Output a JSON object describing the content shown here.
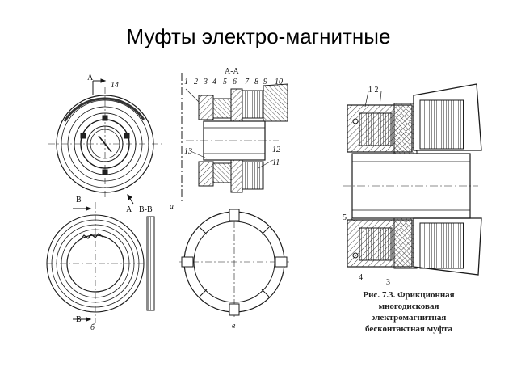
{
  "title": "Муфты электро-магнитные",
  "left_figure": {
    "section_label_aa": "А-А",
    "arrow_a_top": "А",
    "arrow_a_bottom": "А",
    "part_14": "14",
    "parts_top": [
      "1",
      "2",
      "3",
      "4",
      "5",
      "6",
      "7",
      "8",
      "9",
      "10"
    ],
    "part_11": "11",
    "part_12": "12",
    "part_13": "13",
    "sub_a": "а",
    "sub_b": "б",
    "sub_v": "в",
    "section_label_bb": "В-В",
    "arrow_b_top": "В",
    "arrow_b_bottom": "В"
  },
  "right_figure": {
    "label_1_2": "1 2",
    "label_5": "5",
    "label_4": "4",
    "label_3": "3",
    "caption": [
      "Рис. 7.3. Фрикционная",
      "многодисковая",
      "электромагнитная",
      "бесконтактная муфта"
    ]
  },
  "colors": {
    "ink": "#1a1a1a",
    "hatch": "#555555"
  }
}
